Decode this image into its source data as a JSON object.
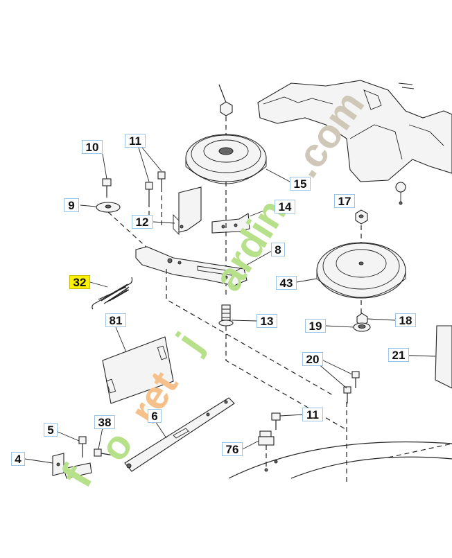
{
  "callouts": {
    "c10": "10",
    "c11a": "11",
    "c9": "9",
    "c12": "12",
    "c15": "15",
    "c14": "14",
    "c17": "17",
    "c8": "8",
    "c43": "43",
    "c32": "32",
    "c81": "81",
    "c13": "13",
    "c19": "19",
    "c18": "18",
    "c20": "20",
    "c21": "21",
    "c5": "5",
    "c38": "38",
    "c6": "6",
    "c11b": "11",
    "c76": "76",
    "c4": "4"
  },
  "watermark": {
    "part_a": "f",
    "part_b": "o",
    "part_c": "ret",
    "part_d": "j",
    "part_e": "ardin",
    "part_f": ".com"
  },
  "colors": {
    "highlight": "#fff200",
    "callout_border": "#9cc4e4",
    "watermark_green": "#b7e08a",
    "watermark_orange": "#f5c08a",
    "watermark_gray": "#cfc8b8"
  }
}
